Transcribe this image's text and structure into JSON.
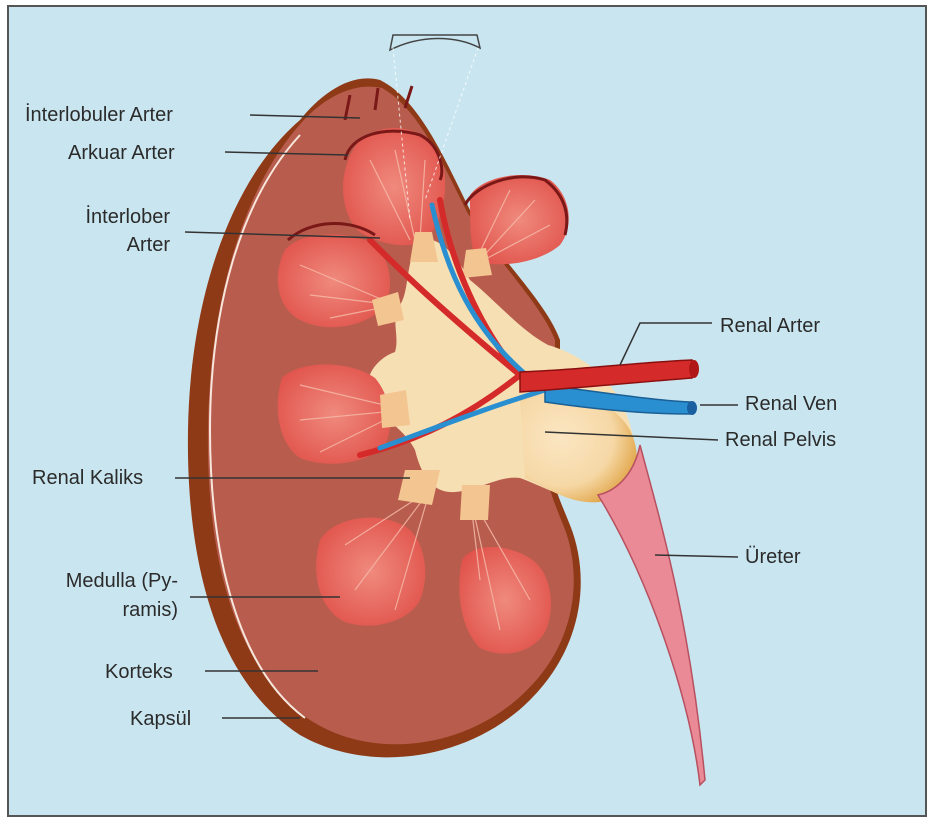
{
  "labels": {
    "interlobuler_arter": "İnterlobuler Arter",
    "arkuar_arter": "Arkuar Arter",
    "interlober_arter_line1": "İnterlober",
    "interlober_arter_line2": "Arter",
    "renal_arter": "Renal Arter",
    "renal_ven": "Renal Ven",
    "renal_pelvis": "Renal Pelvis",
    "renal_kaliks": "Renal Kaliks",
    "ureter": "Üreter",
    "medulla_line1": "Medulla (Py-",
    "medulla_line2": "ramis)",
    "korteks": "Korteks",
    "kapsul": "Kapsül"
  },
  "colors": {
    "background": "#c9e6f0",
    "border": "#555555",
    "capsule": "#8f3a17",
    "cortex": "#b85d4e",
    "medulla": "#e35a52",
    "sinus": "#f7dfb4",
    "pelvis_shade": "#e0a23c",
    "artery": "#d42a2a",
    "vein": "#2a8fd0",
    "ureter": "#e98a96",
    "leader_line": "#333333"
  }
}
